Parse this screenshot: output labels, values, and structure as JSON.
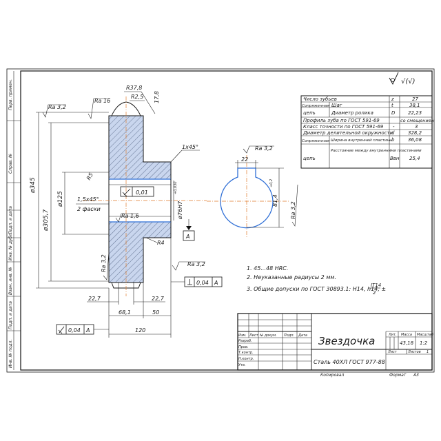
{
  "roughness": {
    "sheet": "√(√)",
    "top_left_face": "Ra 3,2",
    "top_face": "Ra 16",
    "bore": "Ra 1,6",
    "left_face": "Ra 3,2",
    "right_face": "Ra 3,2",
    "keyway": "Ra 3,2",
    "keyway_side": "Ra 3,2"
  },
  "dimensions": {
    "r378": "R37,8",
    "r25": "R2,5",
    "d178": "17,8",
    "d345": "ø345",
    "d125": "ø125",
    "d3057": "ø305,7",
    "chamfer_top": "1х45°",
    "chamfer_bore": "1,5х45°",
    "chamfer_note": "2 фаски",
    "r5": "R5",
    "r4": "R4",
    "bore_d": "ø76H7",
    "bore_tol": "+0,030",
    "w227a": "22,7",
    "w227b": "22,7",
    "w681": "68,1",
    "w50": "50",
    "w120": "120",
    "keyway_w": "22",
    "keyway_h": "81,4",
    "keyway_tol": "+0,2"
  },
  "tolerances": {
    "runout": "0,01",
    "perp": "0,04",
    "perp_datum": "A",
    "bottom": "0,04",
    "bottom_datum": "A",
    "datum": "A"
  },
  "notes": [
    "1. 45...48 HRC.",
    "2. Неуказанные радиусы 2 мм.",
    "3. Общие допуски по ГОСТ 30893.1: H14, h14, ±"
  ],
  "note_frac_num": "IT14",
  "note_frac_den": "2",
  "params": [
    {
      "label": "Число зубьев",
      "sym": "z",
      "val": "27"
    },
    {
      "label": "Сопряженная",
      "sub": "Шаг",
      "sym": "t",
      "val": "38,1"
    },
    {
      "label": "цепь",
      "sub": "Диаметр ролика",
      "sym": "D",
      "val": "22,23"
    },
    {
      "label": "Профиль зуба по ГОСТ 591-69",
      "sym": "",
      "val": "со смещением"
    },
    {
      "label": "Класс точности по ГОСТ 591-69",
      "sym": "-",
      "val": "3"
    },
    {
      "label": "Диаметр делительной окружности",
      "sym": "d",
      "val": "328,2"
    },
    {
      "label": "Сопряженная",
      "sub": "Ширина внутренней пластины",
      "sym": "b",
      "val": "36,08"
    },
    {
      "label": "цепь",
      "sub": "Расстояние между внутренними пластинами",
      "sym": "Bвн",
      "val": "25,4"
    }
  ],
  "title_block": {
    "name": "Звездочка",
    "material": "Сталь 40ХЛ ГОСТ 977-88",
    "lit_h": "Лит.",
    "mass_h": "Масса",
    "scale_h": "Масштаб",
    "mass": "43,18",
    "scale": "1:2",
    "sheet_h": "Лист",
    "sheets_h": "Листов",
    "sheets": "1",
    "copied": "Копировал",
    "format": "Формат",
    "format_val": "А3",
    "izm": "Изм.",
    "list": "Лист",
    "ndok": "№ докум.",
    "podp": "Подп.",
    "data": "Дата",
    "razrab": "Разраб.",
    "prov": "Пров.",
    "tkontr": "Т.контр.",
    "nkontr": "Н.контр.",
    "utv": "Утв."
  },
  "side_labels": [
    "Перв. примен.",
    "Справ. №",
    "Подп. и дата",
    "Инв. № дубл.",
    "Взам. инв. №",
    "Подп. и дата",
    "Инв. № подл."
  ]
}
